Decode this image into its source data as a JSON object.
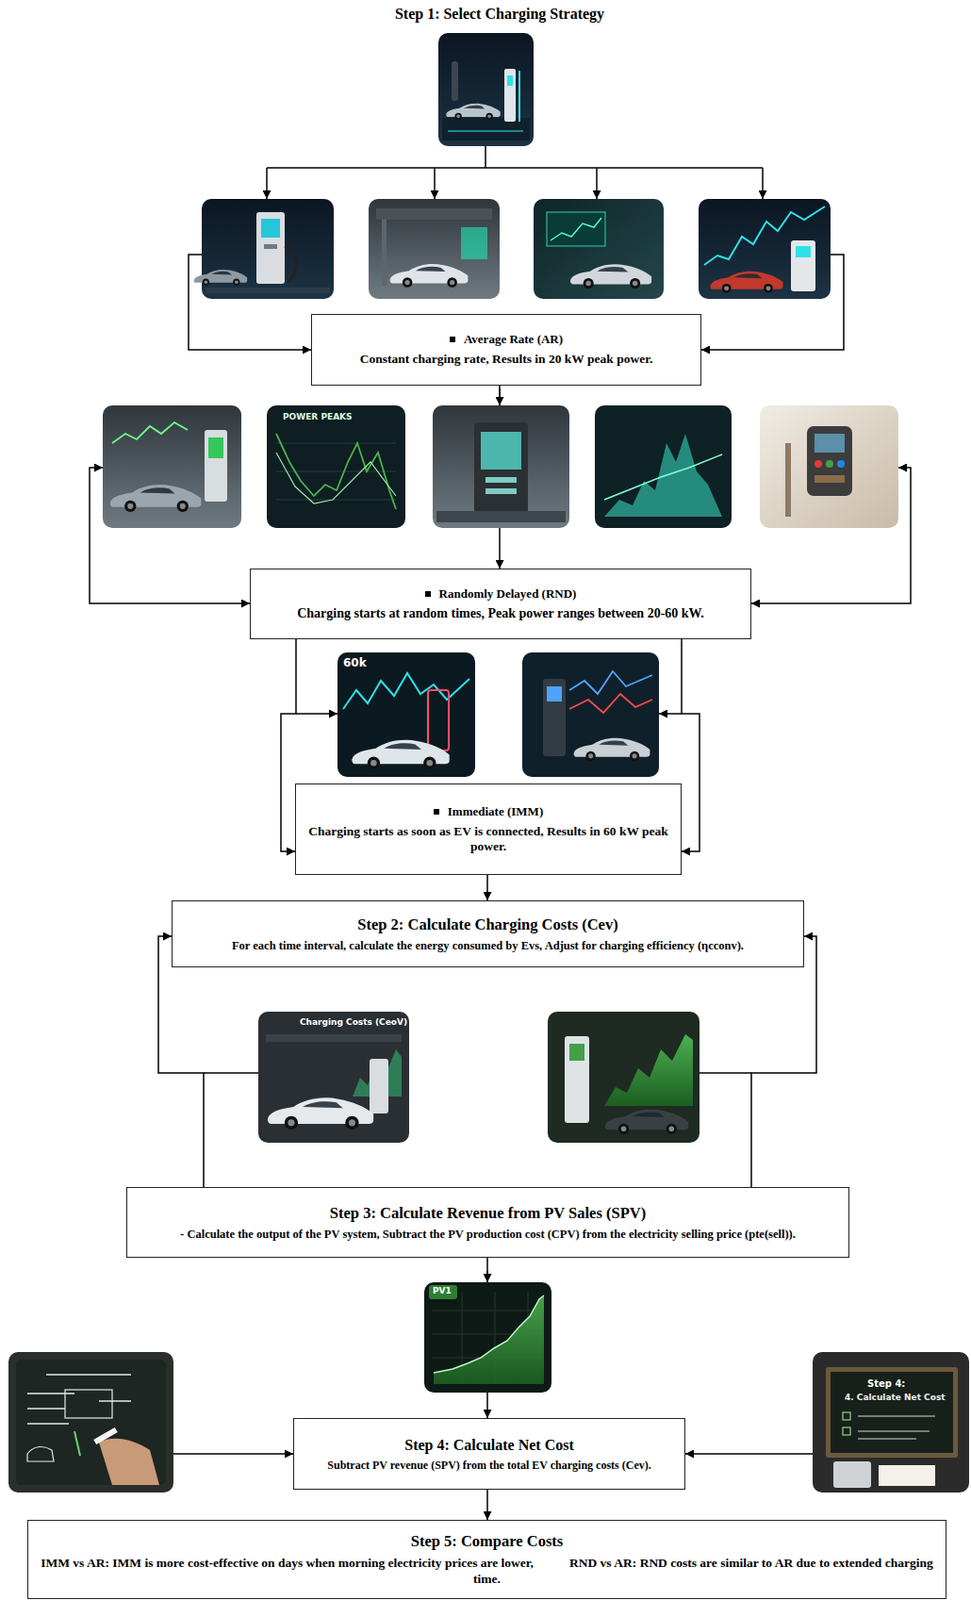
{
  "diagram": {
    "title": "Step 1: Select Charging Strategy",
    "nodes": [
      {
        "text": [
          "Average Rate (AR)",
          "Constant charging rate, Results in 20 kW peak power."
        ]
      },
      {
        "text": [
          "Randomly Delayed (RND)",
          "Charging starts at random times, Peak power ranges between 20-60 kW."
        ]
      },
      {
        "text": [
          "Immediate (IMM)",
          "Charging starts as soon as EV is connected, Results in 60 kW peak power."
        ]
      },
      {
        "text": [
          "Step 2: Calculate Charging Costs (Cev)",
          "For each time interval, calculate the energy consumed by Evs, Adjust for charging efficiency (ηcconv)."
        ]
      },
      {
        "text": [
          "Step 3: Calculate Revenue from PV Sales (SPV)",
          "- Calculate the output of the PV system, Subtract the PV production cost (CPV) from the electricity selling price (pte(sell))."
        ]
      },
      {
        "text": [
          "Step 4: Calculate Net Cost",
          "Subtract PV revenue (SPV) from the total EV charging costs (Cev)."
        ]
      },
      {
        "text": [
          "Step 5: Compare Costs",
          "IMM vs AR: IMM is more cost-effective on days when morning electricity prices are lower,",
          "RND vs AR: RND costs are similar to AR due to extended charging time."
        ]
      }
    ],
    "edges": [
      {
        "from": 0,
        "to": 1,
        "arrow": "to"
      },
      {
        "from": 1,
        "to": 2,
        "arrow": "to"
      },
      {
        "from": 1,
        "to": 2,
        "arrow": "to"
      },
      {
        "from": 2,
        "to": 3,
        "arrow": "to"
      },
      {
        "from": 4,
        "to": 3,
        "arrow": "to"
      },
      {
        "from": 4,
        "to": 3,
        "arrow": "to"
      },
      {
        "from": 4,
        "to": 5,
        "arrow": "to"
      },
      {
        "from": 5,
        "to": 6,
        "arrow": "to"
      }
    ],
    "labels": [
      "POWER PEAKS",
      "60k",
      "Charging Costs (CeoV)",
      "PV1",
      "Step 4:",
      "4. Calculate Net Cost"
    ]
  }
}
